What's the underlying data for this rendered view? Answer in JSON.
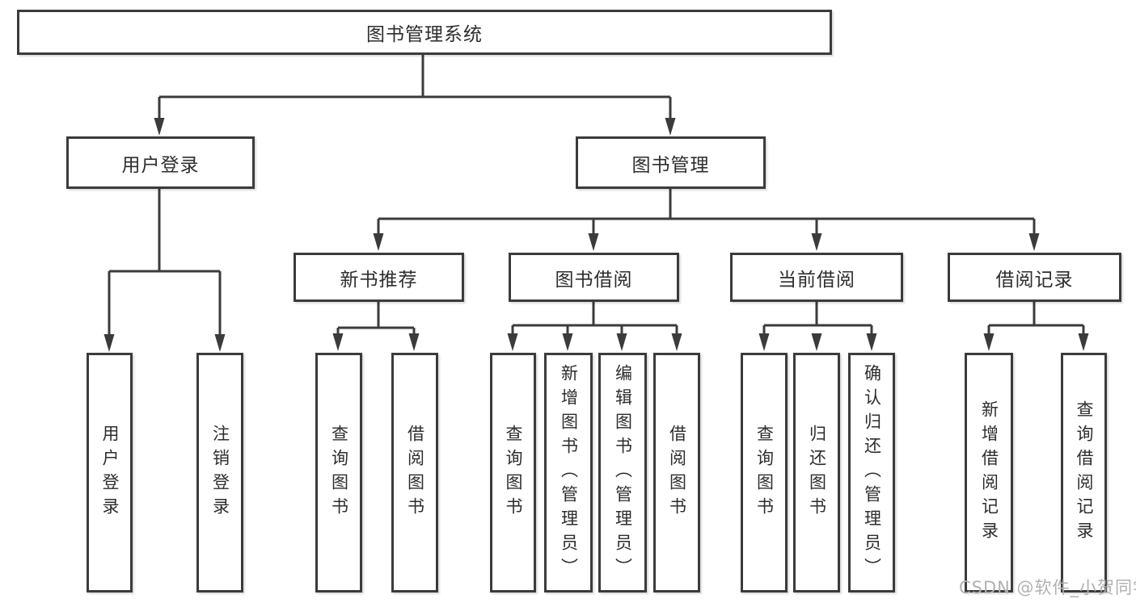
{
  "diagram": {
    "root": {
      "label": "图书管理系统"
    },
    "level2": [
      {
        "label": "用户登录"
      },
      {
        "label": "图书管理"
      }
    ],
    "level3": [
      {
        "label": "新书推荐"
      },
      {
        "label": "图书借阅"
      },
      {
        "label": "当前借阅"
      },
      {
        "label": "借阅记录"
      }
    ],
    "leaves": {
      "userLogin": [
        {
          "label": "用户登录"
        },
        {
          "label": "注销登录"
        }
      ],
      "newBooks": [
        {
          "label": "查询图书"
        },
        {
          "label": "借阅图书"
        }
      ],
      "bookBorrow": [
        {
          "label": "查询图书"
        },
        {
          "label": "新增图书（管理员）"
        },
        {
          "label": "编辑图书（管理员）"
        },
        {
          "label": "借阅图书"
        }
      ],
      "currentBorrow": [
        {
          "label": "查询图书"
        },
        {
          "label": "归还图书"
        },
        {
          "label": "确认归还（管理员）"
        }
      ],
      "borrowRecords": [
        {
          "label": "新增借阅记录"
        },
        {
          "label": "查询借阅记录"
        }
      ]
    },
    "watermark": "CSDN @软件_小贺同学",
    "colors": {
      "line": "#3b3b3b",
      "text": "#2d2d2d",
      "watermark": "#b1b1b1",
      "background": "#ffffff"
    }
  }
}
